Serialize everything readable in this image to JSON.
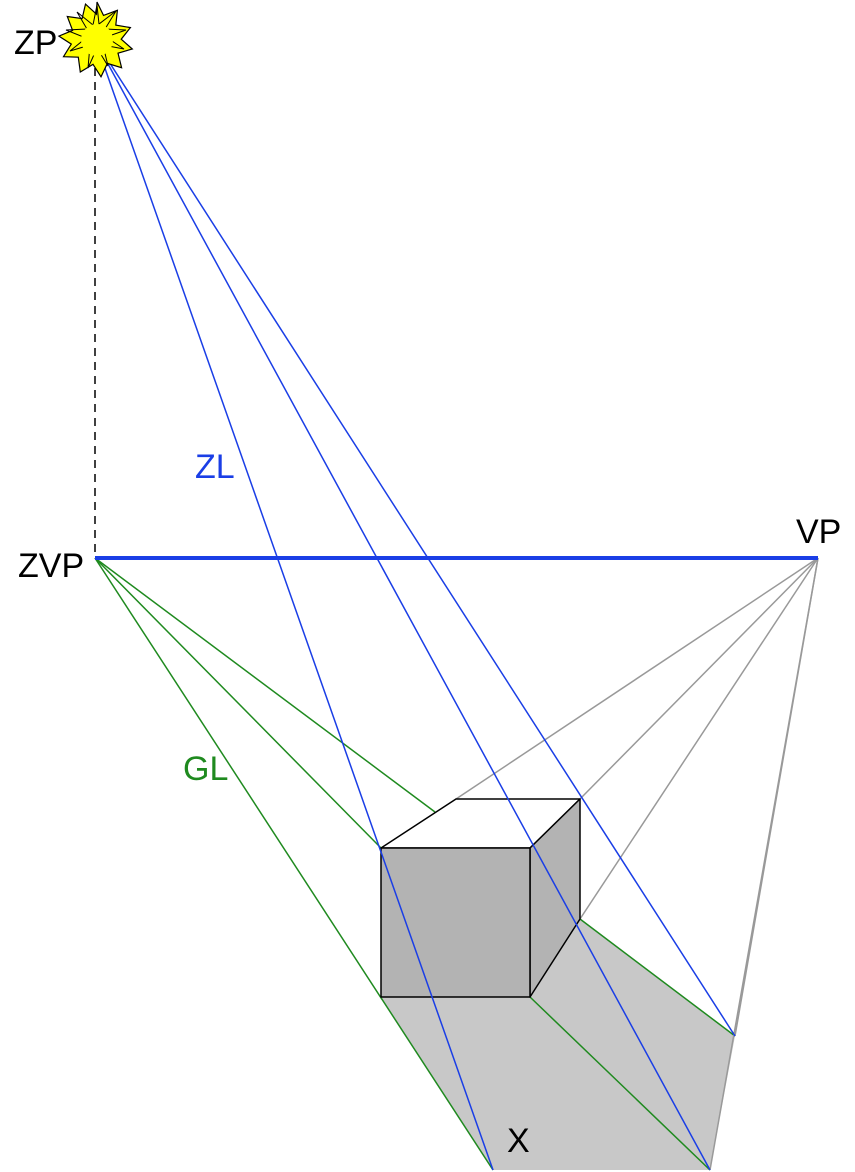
{
  "labels": {
    "sun_point": "ZP",
    "sun_vanishing_point": "ZVP",
    "vanishing_point": "VP",
    "sun_lines": "ZL",
    "ground_lines": "GL",
    "shadow_corner": "X"
  },
  "colors": {
    "sun_lines": "#1a3ee6",
    "horizon": "#1a3ee6",
    "ground_lines": "#1f8a1f",
    "perspective_lines": "#999999",
    "sun_fill": "#ffff00",
    "cube_front": "#b3b3b3",
    "cube_side": "#b3b3b3",
    "shadow": "#c8c8c8",
    "outline": "#000000",
    "label_text": "#000000"
  },
  "icons": {
    "sun": "sun-icon"
  }
}
